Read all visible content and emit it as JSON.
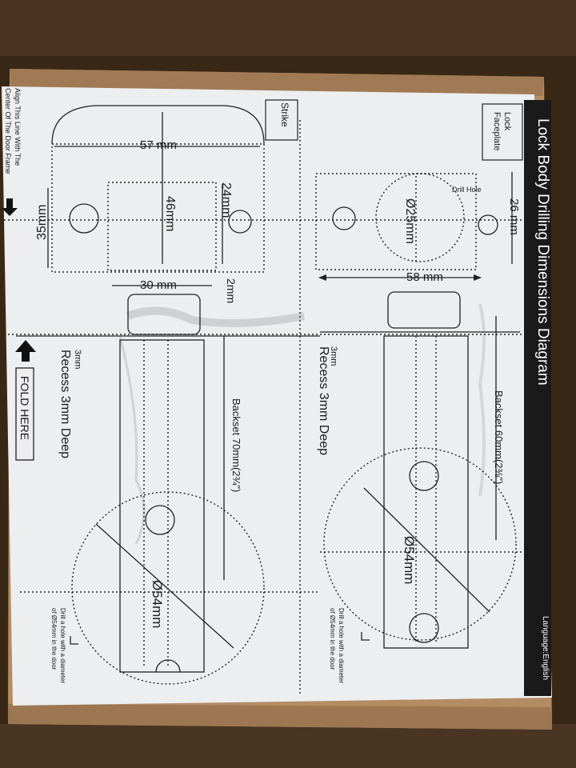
{
  "diagram": {
    "title": "Lock Body Drilling Dimensions Diagram",
    "language": "Language:English",
    "top_section": {
      "faceplate_label": "Lock\nFaceplate",
      "drill_hole": "Drill Hole",
      "d25": "Ø25mm",
      "dim_26": "26 mm",
      "dim_58": "58 mm",
      "recess_small": "3mm",
      "recess": "Recess 3mm Deep",
      "backset": "Backset 60mm(2⅜\")",
      "d54": "Ø54mm",
      "drill_note_1": "Drill a hole with a diameter",
      "drill_note_2": "of Ø54mm in the door"
    },
    "bottom_section": {
      "strike_label": "Strike",
      "dim_57": "57 mm",
      "dim_46": "46mm",
      "dim_24": "24mm",
      "dim_30": "30 mm",
      "dim_2": "2mm",
      "dim_35": "35mm",
      "recess_small": "3mm",
      "recess": "Recess 3mm Deep",
      "backset": "Backset 70mm(2¾\")",
      "d54": "Ø54mm",
      "drill_note_1": "Drill a hole with a diameter",
      "drill_note_2": "of Ø54mm in the door",
      "fold_here": "FOLD HERE"
    },
    "align_note_1": "Align This Line With The",
    "align_note_2": "Center Of The Door Frame"
  }
}
